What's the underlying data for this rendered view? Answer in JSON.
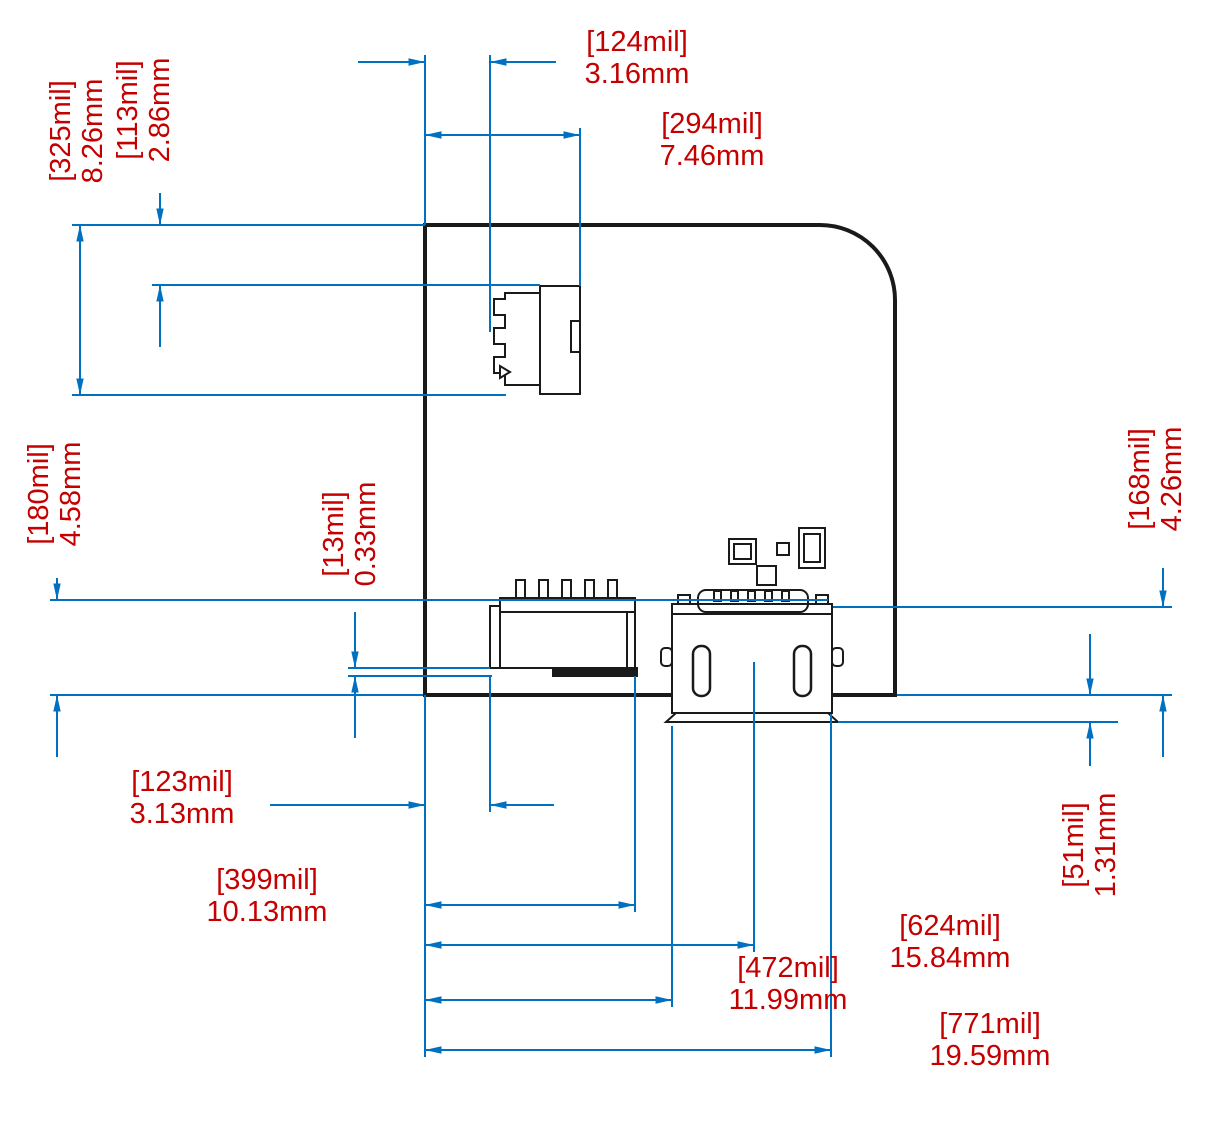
{
  "drawing": {
    "title": "pcb-connector-dimension-drawing",
    "units": [
      "mil",
      "mm"
    ]
  },
  "colors": {
    "dimension_line": "#0070C0",
    "dimension_text": "#C40000",
    "outline": "#1a1a1a",
    "background": "#ffffff"
  },
  "dimensions": {
    "dim_124": {
      "mil": "[124mil]",
      "mm": "3.16mm"
    },
    "dim_294": {
      "mil": "[294mil]",
      "mm": "7.46mm"
    },
    "dim_325": {
      "mil": "[325mil]",
      "mm": "8.26mm"
    },
    "dim_113": {
      "mil": "[113mil]",
      "mm": "2.86mm"
    },
    "dim_180": {
      "mil": "[180mil]",
      "mm": "4.58mm"
    },
    "dim_013": {
      "mil": "[13mil]",
      "mm": "0.33mm"
    },
    "dim_168": {
      "mil": "[168mil]",
      "mm": "4.26mm"
    },
    "dim_051": {
      "mil": "[51mil]",
      "mm": "1.31mm"
    },
    "dim_123": {
      "mil": "[123mil]",
      "mm": "3.13mm"
    },
    "dim_399": {
      "mil": "[399mil]",
      "mm": "10.13mm"
    },
    "dim_624": {
      "mil": "[624mil]",
      "mm": "15.84mm"
    },
    "dim_472": {
      "mil": "[472mil]",
      "mm": "11.99mm"
    },
    "dim_771": {
      "mil": "[771mil]",
      "mm": "19.59mm"
    }
  }
}
